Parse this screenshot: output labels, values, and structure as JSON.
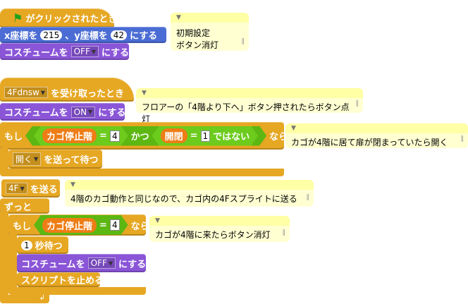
{
  "script1": {
    "hat": "がクリックされたとき",
    "goto_x_label": "x座標を",
    "x": "215",
    "goto_y_label": "、y座標を",
    "y": "42",
    "goto_suffix": "にする",
    "costume_label": "コスチュームを",
    "costume": "OFF",
    "costume_suffix": "にする",
    "comment": "初期設定\nボタン消灯"
  },
  "script2": {
    "message": "4Fdnsw",
    "hat_suffix": "を受け取ったとき",
    "costume_label": "コスチュームを",
    "costume": "ON",
    "costume_suffix": "にする",
    "comment1": "フロアーの「4階より下へ」ボタン押されたらボタン点灯",
    "if_label": "もし",
    "var1": "カゴ停止階",
    "eq": "=",
    "val1": "4",
    "and": "かつ",
    "var2": "開閉",
    "val2": "1",
    "not": "ではない",
    "then": "なら",
    "comment2": "カゴが4階に居て扉が閉まっていたら開く",
    "broadcast_wait_msg": "開く",
    "broadcast_wait_suffix": "を送って待つ",
    "broadcast_msg": "4F",
    "broadcast_suffix": "を送る",
    "comment3": "4階のカゴ動作と同じなので、カゴ内の4Fスプライトに送る",
    "forever": "ずっと",
    "if2_label": "もし",
    "var3": "カゴ停止階",
    "val3": "4",
    "then2": "なら",
    "comment4": "カゴが4階に来たらボタン消灯",
    "wait_secs": "1",
    "wait_suffix": "秒待つ",
    "costume2_label": "コスチュームを",
    "costume2": "OFF",
    "costume2_suffix": "にする",
    "stop": "スクリプトを止める"
  },
  "colors": {
    "control": "#e6a723",
    "motion": "#4a6cd4",
    "looks": "#8a55d7",
    "operators": "#5cb712",
    "variables": "#ee7d16",
    "comment": "#ffffd2"
  }
}
